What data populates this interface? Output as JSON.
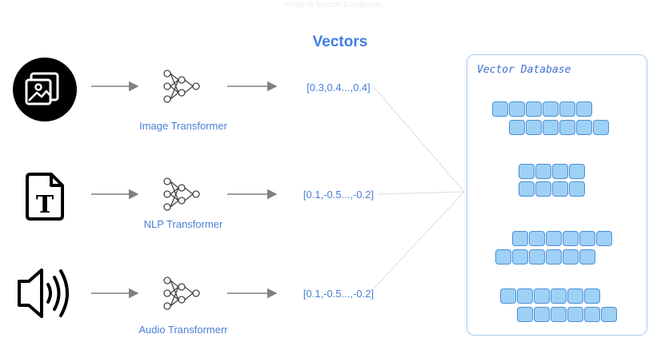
{
  "header": {
    "faded_text": "What is Vector Database"
  },
  "vectors_title": "Vectors",
  "rows": [
    {
      "input_icon": "image-gallery-icon",
      "transformer_label": "Image Transformer",
      "vector_text": "[0.3,0.4...,0.4]"
    },
    {
      "input_icon": "text-document-icon",
      "transformer_label": "NLP Transformer",
      "vector_text": "[0.1,-0.5...,-0.2]"
    },
    {
      "input_icon": "speaker-audio-icon",
      "transformer_label": "Audio Transformerr",
      "vector_text": "[0.1,-0.5...,-0.2]"
    }
  ],
  "database": {
    "title": "Vector Database",
    "groups": [
      {
        "rows": [
          6,
          6
        ]
      },
      {
        "rows": [
          4,
          4
        ]
      },
      {
        "rows": [
          6,
          6
        ]
      },
      {
        "rows": [
          6,
          6
        ]
      }
    ]
  },
  "colors": {
    "accent": "#3f7fe6",
    "cell_fill": "#9fd0f5",
    "cell_border": "#4a90d6",
    "arrow": "#808080"
  }
}
